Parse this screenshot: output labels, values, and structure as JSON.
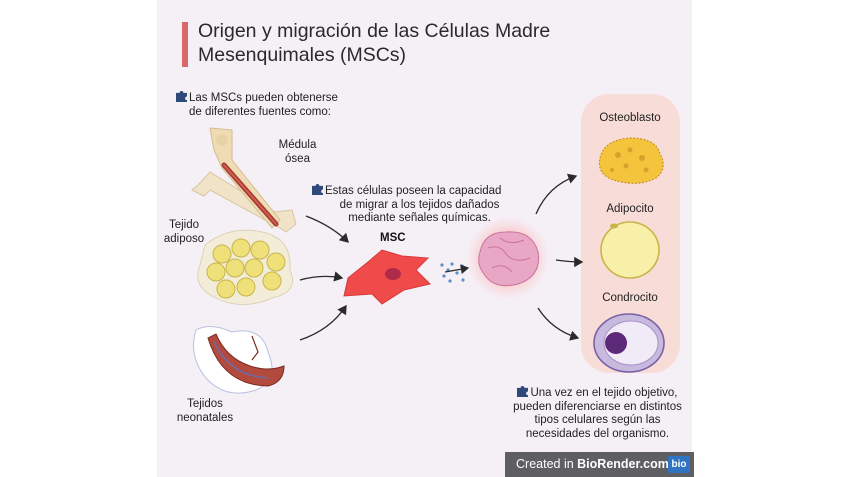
{
  "title": "Origen y migración de las Células Madre Mesenquimales (MSCs)",
  "notes": {
    "sources": [
      "Las MSCs pueden obtenerse",
      "de diferentes fuentes como:"
    ],
    "migration": [
      "Estas células poseen la capacidad",
      "de migrar a los tejidos dañados",
      "mediante señales químicas."
    ],
    "differentiation": [
      "Una vez en el tejido objetivo,",
      "pueden diferenciarse en distintos",
      "tipos celulares según las",
      "necesidades del organismo."
    ]
  },
  "sources": {
    "bone_marrow": [
      "Médula",
      "ósea"
    ],
    "adipose": [
      "Tejido",
      "adiposo"
    ],
    "neonatal": [
      "Tejidos",
      "neonatales"
    ]
  },
  "msc_label": "MSC",
  "cell_types": {
    "osteoblast": "Osteoblasto",
    "adipocyte": "Adipocito",
    "chondrocyte": "Condrocito"
  },
  "badge": {
    "prefix": "Created in ",
    "brand": "BioRender.com",
    "logo": "bio"
  },
  "colors": {
    "title_accent": "#d96a6a",
    "panel": "#f8dcd8",
    "msc_cell": "#f04b4b",
    "puzzle_icon": "#2e4a7a"
  }
}
